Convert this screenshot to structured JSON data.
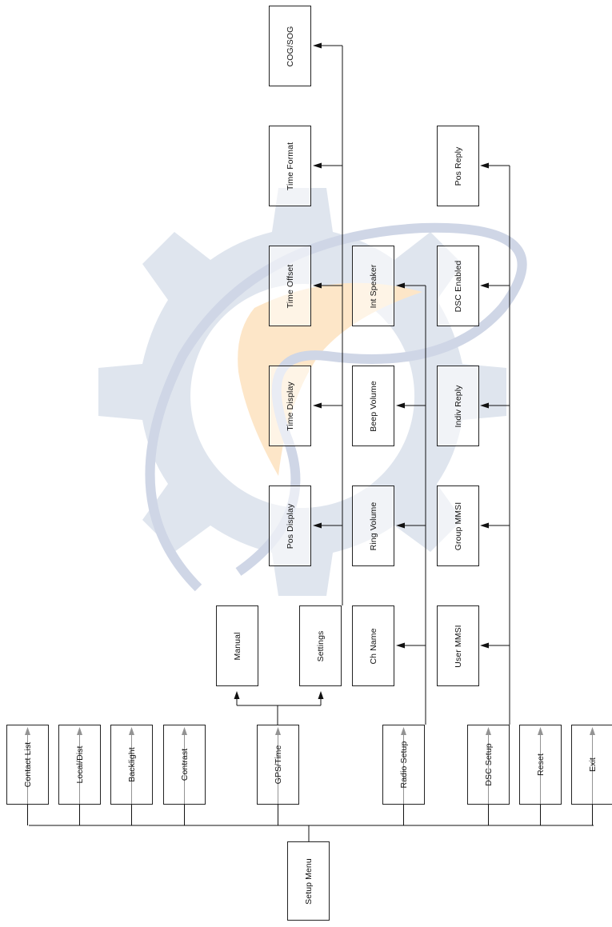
{
  "root": {
    "label": "Setup Menu"
  },
  "setup_menu_items": [
    {
      "label": "Contact List"
    },
    {
      "label": "Local/Dist"
    },
    {
      "label": "Backlight"
    },
    {
      "label": "Contrast"
    },
    {
      "label": "GPS/Time"
    },
    {
      "label": "Radio Setup"
    },
    {
      "label": "DSC Setup"
    },
    {
      "label": "Reset"
    },
    {
      "label": "Exit"
    }
  ],
  "gps_time": {
    "children": [
      {
        "label": "Manual"
      },
      {
        "label": "Settings"
      }
    ],
    "settings_children": [
      {
        "label": "Pos Display"
      },
      {
        "label": "Time Display"
      },
      {
        "label": "Time Offset"
      },
      {
        "label": "Time Format"
      },
      {
        "label": "COG/SOG"
      }
    ]
  },
  "radio_setup": {
    "children": [
      {
        "label": "Ch Name"
      },
      {
        "label": "Ring Volume"
      },
      {
        "label": "Beep Volume"
      },
      {
        "label": "Int Speaker"
      }
    ]
  },
  "dsc_setup": {
    "children": [
      {
        "label": "User MMSI"
      },
      {
        "label": "Group MMSI"
      },
      {
        "label": "Indiv Reply"
      },
      {
        "label": "DSC Enabled"
      },
      {
        "label": "Pos Reply"
      }
    ]
  },
  "colors": {
    "line": "#111111",
    "box_border": "#222222",
    "watermark_gray": "#dde3ec",
    "watermark_orange": "#fde7cc"
  }
}
